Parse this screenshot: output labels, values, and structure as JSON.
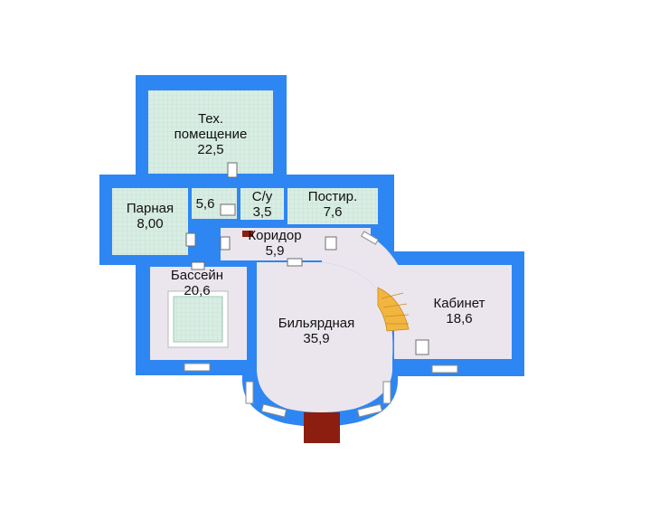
{
  "rooms": [
    {
      "name": "Тех.",
      "name2": "помещение",
      "area": "22,5"
    },
    {
      "name": "Парная",
      "area": "8,00"
    },
    {
      "name": "",
      "area": "5,6"
    },
    {
      "name": "С/у",
      "area": "3,5"
    },
    {
      "name": "Постир.",
      "area": "7,6"
    },
    {
      "name": "Коридор",
      "area": "5,9"
    },
    {
      "name": "Бассейн",
      "area": "20,6"
    },
    {
      "name": "Бильярдная",
      "area": "35,9"
    },
    {
      "name": "Кабинет",
      "area": "18,6"
    }
  ],
  "colors": {
    "wall": "#2e86f2",
    "room": "#ebe6ee",
    "tile": "#d6ece0",
    "stairs": "#f2b640",
    "chimney": "#8b1e0f"
  }
}
